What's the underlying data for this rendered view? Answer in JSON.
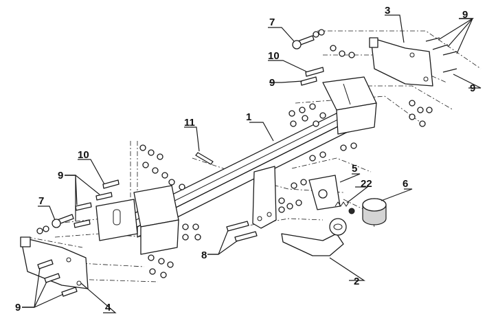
{
  "callouts": {
    "c1": "1",
    "c2": "2",
    "c3": "3",
    "c4": "4",
    "c5": "5",
    "c6": "6",
    "c7": "7",
    "c8": "8",
    "c9": "9",
    "c10": "10",
    "c11": "11",
    "c22": "22"
  }
}
